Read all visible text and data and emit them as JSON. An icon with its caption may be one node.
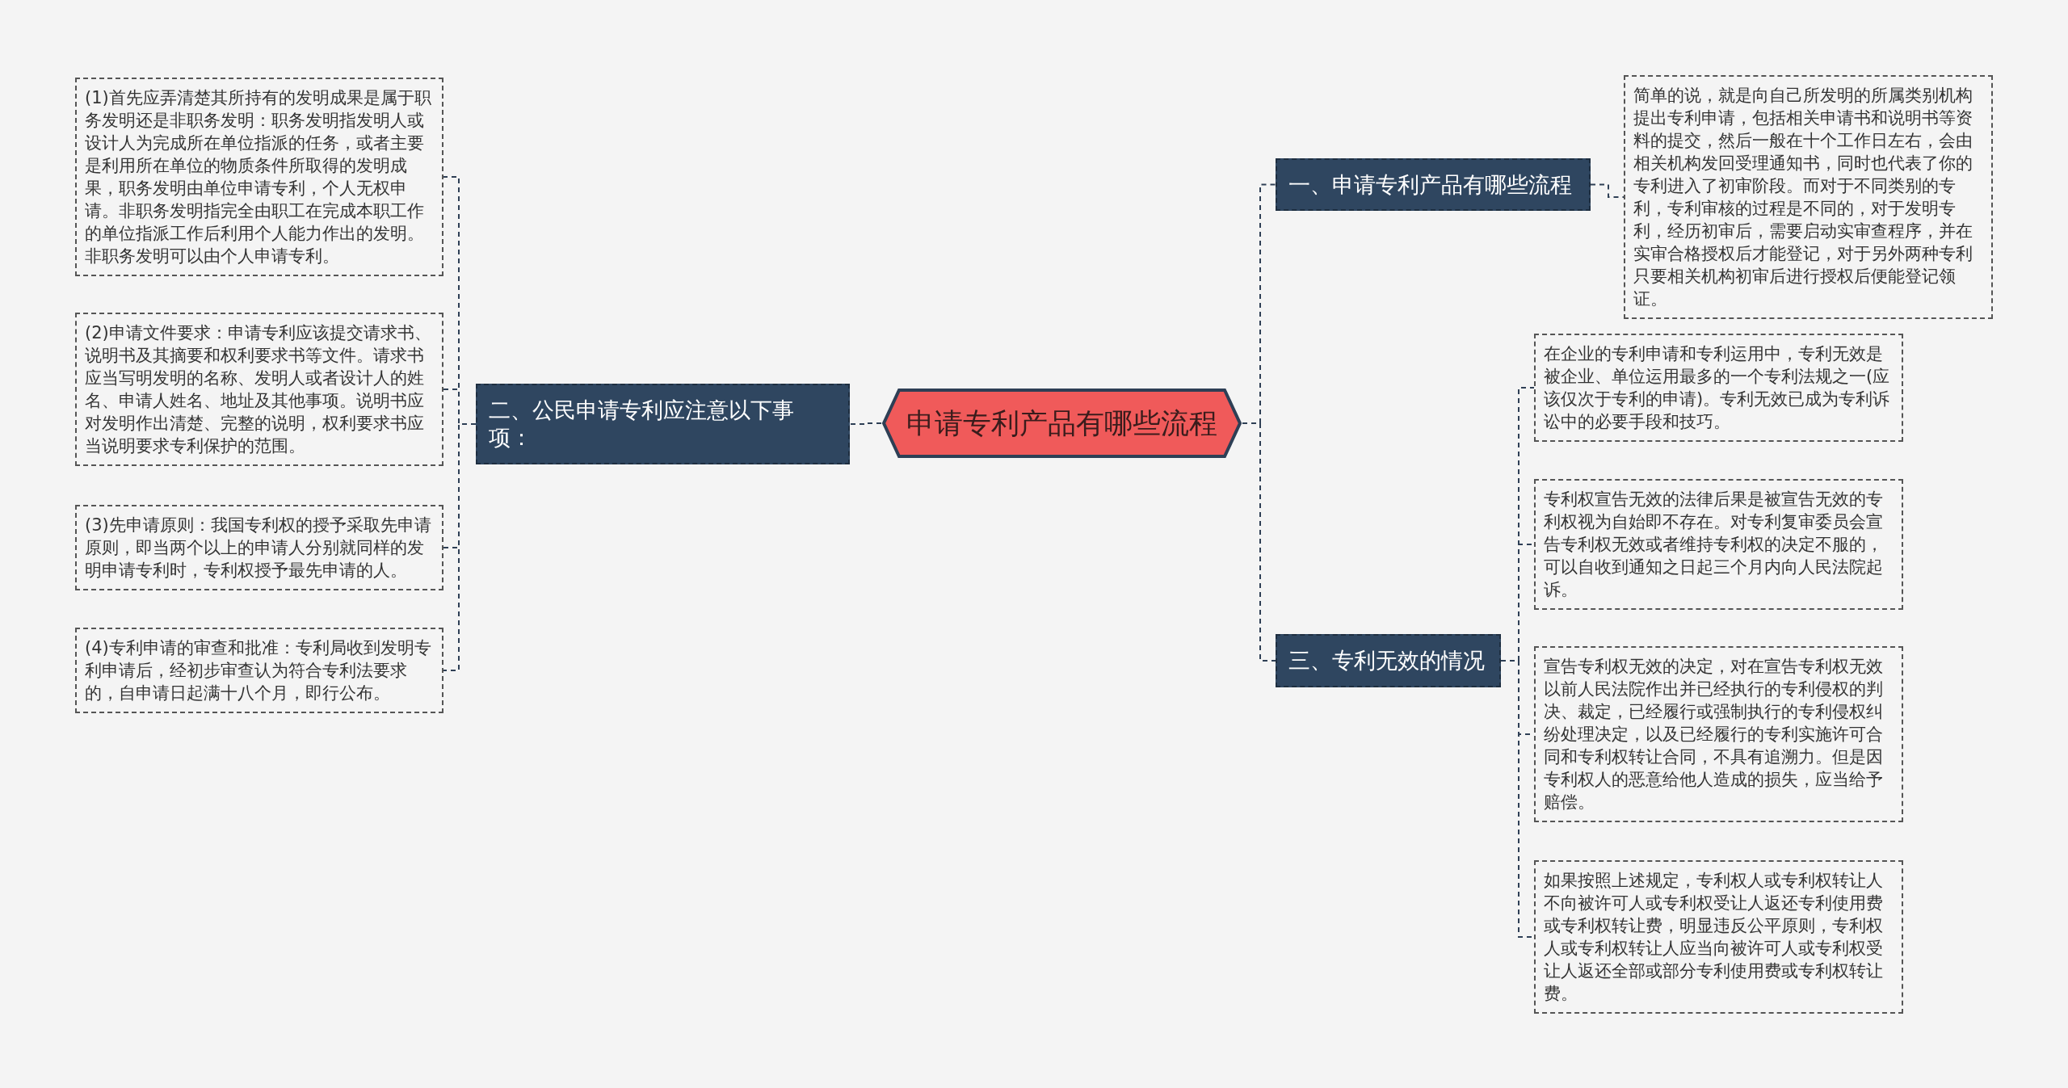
{
  "diagram": {
    "nodes": [
      {
        "text": [
          "申请专利产品有哪些流程"
        ]
      },
      {
        "text": [
          "二、公民申请专利应注意以下事项："
        ]
      },
      {
        "text": [
          "(1)首先应弄清楚其所持有的发明成果是属于职务发明还是非职务发明：职务发明指发明人或设计人为完成所在单位指派的任务，或者主要是利用所在单位的物质条件所取得的发明成果，职务发明由单位申请专利，个人无权申请。非职务发明指完全由职工在完成本职工作的单位指派工作后利用个人能力作出的发明。非职务发明可以由个人申请专利。"
        ]
      },
      {
        "text": [
          "(2)申请文件要求：申请专利应该提交请求书、说明书及其摘要和权利要求书等文件。请求书应当写明发明的名称、发明人或者设计人的姓名、申请人姓名、地址及其他事项。说明书应对发明作出清楚、完整的说明，权利要求书应当说明要求专利保护的范围。"
        ]
      },
      {
        "text": [
          "(3)先申请原则：我国专利权的授予采取先申请原则，即当两个以上的申请人分别就同样的发明申请专利时，专利权授予最先申请的人。"
        ]
      },
      {
        "text": [
          "(4)专利申请的审查和批准：专利局收到发明专利申请后，经初步审查认为符合专利法要求的，自申请日起满十八个月，即行公布。"
        ]
      },
      {
        "text": [
          "一、申请专利产品有哪些流程"
        ]
      },
      {
        "text": [
          "简单的说，就是向自己所发明的所属类别机构提出专利申请，包括相关申请书和说明书等资料的提交，然后一般在十个工作日左右，会由相关机构发回受理通知书，同时也代表了你的专利进入了初审阶段。而对于不同类别的专利，专利审核的过程是不同的，对于发明专利，经历初审后，需要启动实审查程序，并在实审合格授权后才能登记，对于另外两种专利只要相关机构初审后进行授权后便能登记领证。"
        ]
      },
      {
        "text": [
          "三、专利无效的情况"
        ]
      },
      {
        "text": [
          "在企业的专利申请和专利运用中，专利无效是被企业、单位运用最多的一个专利法规之一(应该仅次于专利的申请)。专利无效已成为专利诉讼中的必要手段和技巧。"
        ]
      },
      {
        "text": [
          "专利权宣告无效的法律后果是被宣告无效的专利权视为自始即不存在。对专利复审委员会宣告专利权无效或者维持专利权的决定不服的，可以自收到通知之日起三个月内向人民法院起诉。"
        ]
      },
      {
        "text": [
          "宣告专利权无效的决定，对在宣告专利权无效以前人民法院作出并已经执行的专利侵权的判决、裁定，已经履行或强制执行的专利侵权纠纷处理决定，以及已经履行的专利实施许可合同和专利权转让合同，不具有追溯力。但是因专利权人的恶意给他人造成的损失，应当给予赔偿。"
        ]
      },
      {
        "text": [
          "如果按照上述规定，专利权人或专利权转让人不向被许可人或专利权受让人返还专利使用费或专利权转让费，明显违反公平原则，专利权人或专利权转让人应当向被许可人或专利权受让人返还全部或部分专利使用费或专利权转让费。"
        ]
      }
    ],
    "edges": [
      {
        "from": 0,
        "to": 1,
        "arrow": "none"
      },
      {
        "from": 1,
        "to": 2,
        "arrow": "none"
      },
      {
        "from": 1,
        "to": 3,
        "arrow": "none"
      },
      {
        "from": 1,
        "to": 4,
        "arrow": "none"
      },
      {
        "from": 1,
        "to": 5,
        "arrow": "none"
      },
      {
        "from": 0,
        "to": 6,
        "arrow": "none"
      },
      {
        "from": 6,
        "to": 7,
        "arrow": "none"
      },
      {
        "from": 0,
        "to": 8,
        "arrow": "none"
      },
      {
        "from": 8,
        "to": 9,
        "arrow": "none"
      },
      {
        "from": 8,
        "to": 10,
        "arrow": "none"
      },
      {
        "from": 8,
        "to": 11,
        "arrow": "none"
      },
      {
        "from": 8,
        "to": 12,
        "arrow": "none"
      }
    ]
  }
}
